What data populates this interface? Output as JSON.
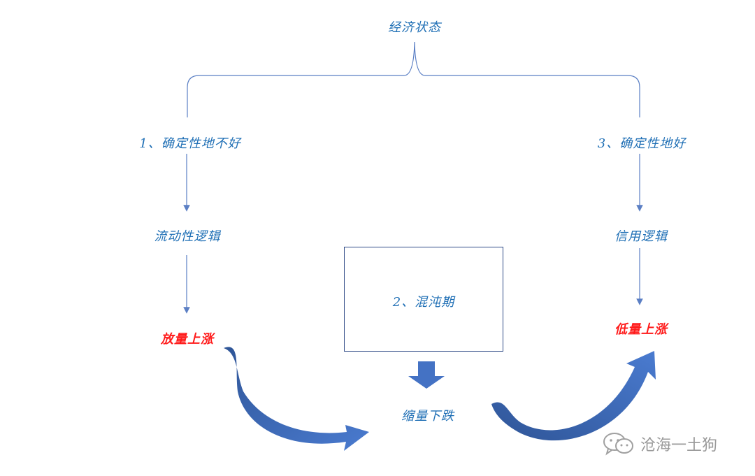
{
  "diagram": {
    "root": "经济状态",
    "left_branch": "1、确定性地不好",
    "left_logic": "流动性逻辑",
    "left_result": "放量上涨",
    "middle_branch": "2、混沌期",
    "middle_result": "缩量下跌",
    "right_branch": "3、确定性地好",
    "right_logic": "信用逻辑",
    "right_result": "低量上涨"
  },
  "colors": {
    "text_blue": "#1f6fb5",
    "text_red": "#ff1a1a",
    "line": "#5b7fc4",
    "arrow_dark": "#2f5597",
    "arrow_light": "#4a78cc",
    "box_border": "#2e4a86"
  },
  "watermark": {
    "icon": "wechat-icon",
    "text": "沧海一土狗"
  }
}
